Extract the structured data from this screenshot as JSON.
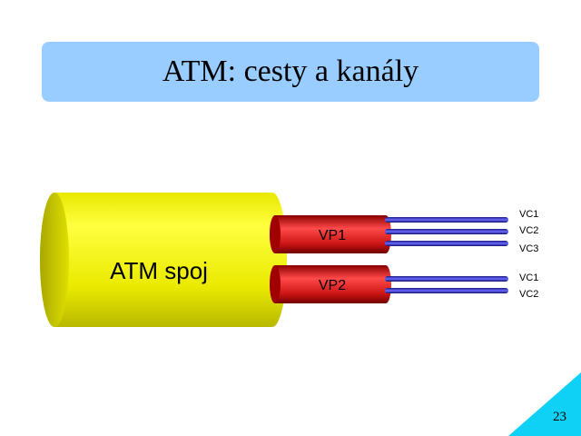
{
  "slide": {
    "title": "ATM: cesty a kanály",
    "page_number": "23"
  },
  "diagram": {
    "link_label": "ATM spoj",
    "paths": [
      {
        "label": "VP1",
        "channels": [
          "VC1",
          "VC2",
          "VC3"
        ]
      },
      {
        "label": "VP2",
        "channels": [
          "VC1",
          "VC2"
        ]
      }
    ]
  },
  "colors": {
    "title_bg": "#99ccff",
    "link": "#ffff00",
    "path": "#dd2222",
    "channel": "#2222cc",
    "corner": "#0fd1f5"
  }
}
